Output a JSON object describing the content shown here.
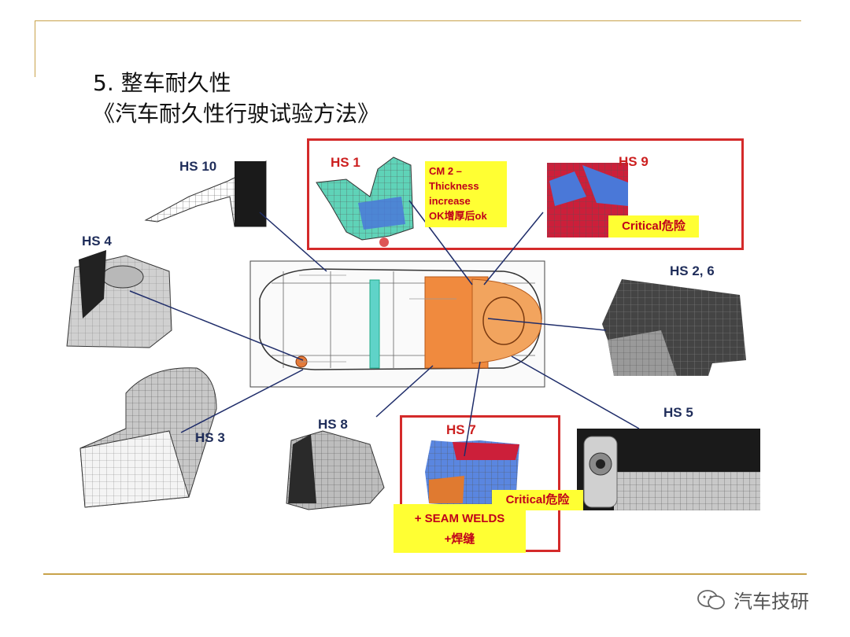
{
  "slide": {
    "title": "5. 整车耐久性",
    "subtitle": "《汽车耐久性行驶试验方法》"
  },
  "hotspots": {
    "hs1": "HS 1",
    "hs9": "HS 9",
    "hs10": "HS 10",
    "hs4": "HS 4",
    "hs26": "HS 2, 6",
    "hs3": "HS 3",
    "hs8": "HS 8",
    "hs7": "HS 7",
    "hs5": "HS 5"
  },
  "notes": {
    "cm2_line1": "CM 2 –",
    "cm2_line2": "Thickness",
    "cm2_line3": "increase",
    "cm2_line4": "OK增厚后ok",
    "critical_hs9": "Critical危险",
    "critical_hs7": "Critical危险",
    "seam_welds": "+ SEAM WELDS",
    "weld_seam_cn": "+焊缝"
  },
  "colors": {
    "frame": "#c8a24a",
    "highlight_box": "#d42a2a",
    "note_bg": "#ffff33",
    "note_text": "#c0001a",
    "label_blue": "#1f2d5a",
    "label_red": "#cc1f1f"
  },
  "watermark": {
    "text": "汽车技研",
    "icon": "wechat-icon"
  }
}
